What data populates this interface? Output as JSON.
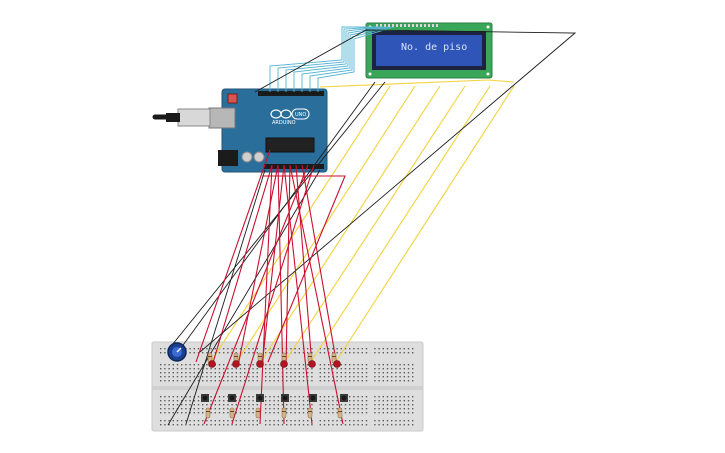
{
  "lcd": {
    "text": "No. de piso"
  },
  "arduino": {
    "logo_text": "UNO",
    "model_text": "ARDUINO"
  },
  "colors": {
    "background": "#ffffff",
    "arduino_blue": "#2a6f9b",
    "lcd_green": "#3aa65a",
    "lcd_screen": "#2f55b9",
    "wire_red": "#c8102e",
    "wire_yellow": "#f3d23c",
    "wire_black": "#1c1c1c",
    "wire_cyan": "#56b4d3",
    "breadboard": "#dedede"
  },
  "icons": [
    "usb-plug-icon",
    "potentiometer-icon",
    "resistor-icon",
    "led-icon",
    "pushbutton-icon"
  ]
}
